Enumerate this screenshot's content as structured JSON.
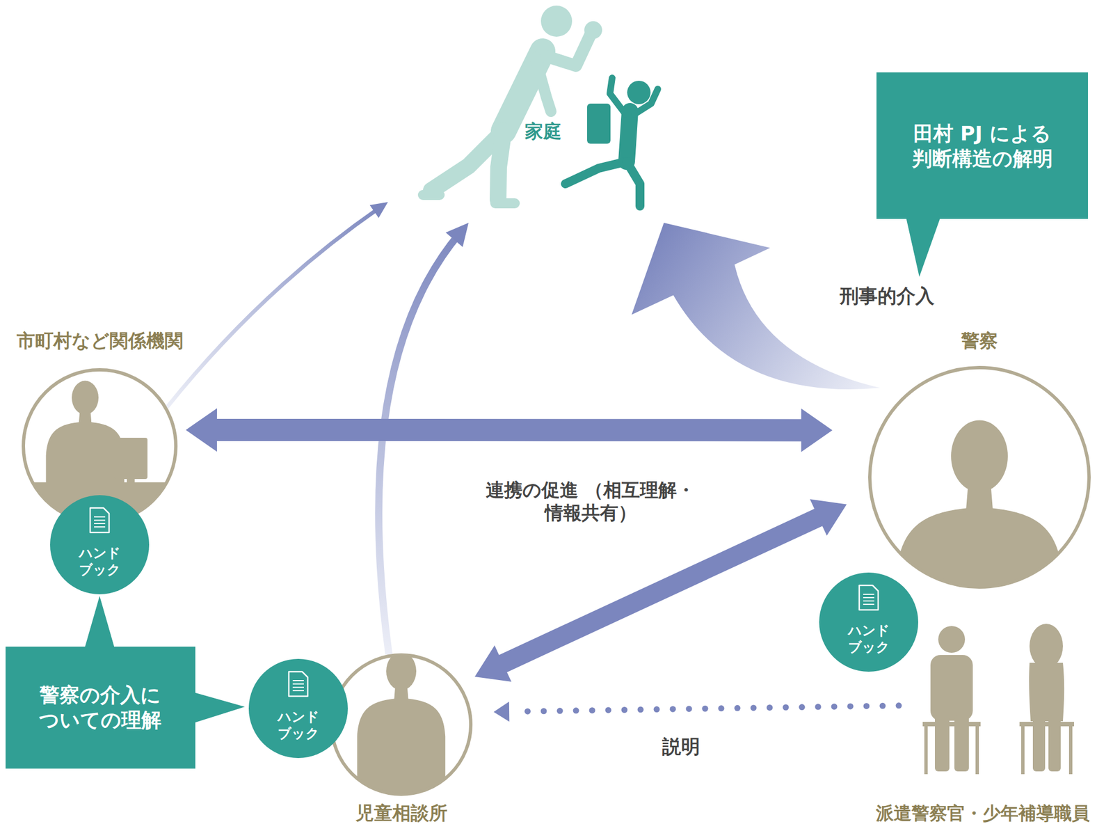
{
  "diagram": {
    "nodes": [
      {
        "text": [
          "家庭"
        ]
      },
      {
        "text": [
          "田村 PJ による 判断構造の解明"
        ]
      },
      {
        "text": [
          "市町村など関係機関"
        ]
      },
      {
        "text": [
          "警察"
        ]
      },
      {
        "text": [
          "ハンド ブック"
        ]
      },
      {
        "text": [
          "警察の介入に ついての理解"
        ]
      },
      {
        "text": [
          "ハンド ブック"
        ]
      },
      {
        "text": [
          "児童相談所"
        ]
      },
      {
        "text": [
          "ハンド ブック"
        ]
      },
      {
        "text": [
          "派遣警察官・少年補導職員"
        ]
      }
    ],
    "edges": [
      {
        "from": 2,
        "to": 0,
        "arrow": "to"
      },
      {
        "from": 7,
        "to": 0,
        "arrow": "to"
      },
      {
        "from": 3,
        "to": 0,
        "arrow": "to",
        "label": "刑事的介入"
      },
      {
        "from": 2,
        "to": 3,
        "arrow": "both"
      },
      {
        "from": 7,
        "to": 3,
        "arrow": "both"
      },
      {
        "from": 9,
        "to": 7,
        "arrow": "to",
        "label": "説明"
      }
    ],
    "labels": [
      "連携の促進 （相互理解・情報共有）"
    ]
  }
}
